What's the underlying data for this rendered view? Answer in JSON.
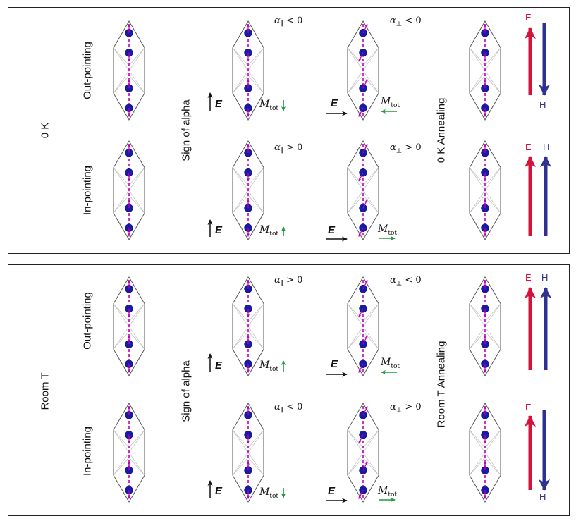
{
  "panels": [
    {
      "condition": "0 K",
      "row_labels": [
        "Out-pointing",
        "In-pointing"
      ],
      "middle_label": "Sign of alpha",
      "annealing_label": "0 K Annealing",
      "rows": [
        {
          "alpha_par_sign": "< 0",
          "alpha_perp_sign": "< 0",
          "E_label": "E",
          "M_label": "M",
          "M_sub": "tot",
          "M_par_dir": "down",
          "M_perp_dir": "left",
          "field_E": "E",
          "field_H": "H",
          "H_dir": "down"
        },
        {
          "alpha_par_sign": "> 0",
          "alpha_perp_sign": "> 0",
          "E_label": "E",
          "M_label": "M",
          "M_sub": "tot",
          "M_par_dir": "up",
          "M_perp_dir": "right",
          "field_E": "E",
          "field_H": "H",
          "H_dir": "up"
        }
      ]
    },
    {
      "condition": "Room T",
      "row_labels": [
        "Out-pointing",
        "In-pointing"
      ],
      "middle_label": "Sign of alpha",
      "annealing_label": "Room T Annealing",
      "rows": [
        {
          "alpha_par_sign": "> 0",
          "alpha_perp_sign": "< 0",
          "E_label": "E",
          "M_label": "M",
          "M_sub": "tot",
          "M_par_dir": "up",
          "M_perp_dir": "left",
          "field_E": "E",
          "field_H": "H",
          "H_dir": "up"
        },
        {
          "alpha_par_sign": "< 0",
          "alpha_perp_sign": "> 0",
          "E_label": "E",
          "M_label": "M",
          "M_sub": "tot",
          "M_par_dir": "down",
          "M_perp_dir": "right",
          "field_E": "E",
          "field_H": "H",
          "H_dir": "down"
        }
      ]
    }
  ],
  "colors": {
    "E_arrow": "#d4123b",
    "H_arrow": "#2e3192",
    "M_arrow": "#1e9a3c",
    "atom": "#1a1aa6",
    "spin": "#c000c0",
    "frame": "#222222",
    "cell": "#555555"
  }
}
